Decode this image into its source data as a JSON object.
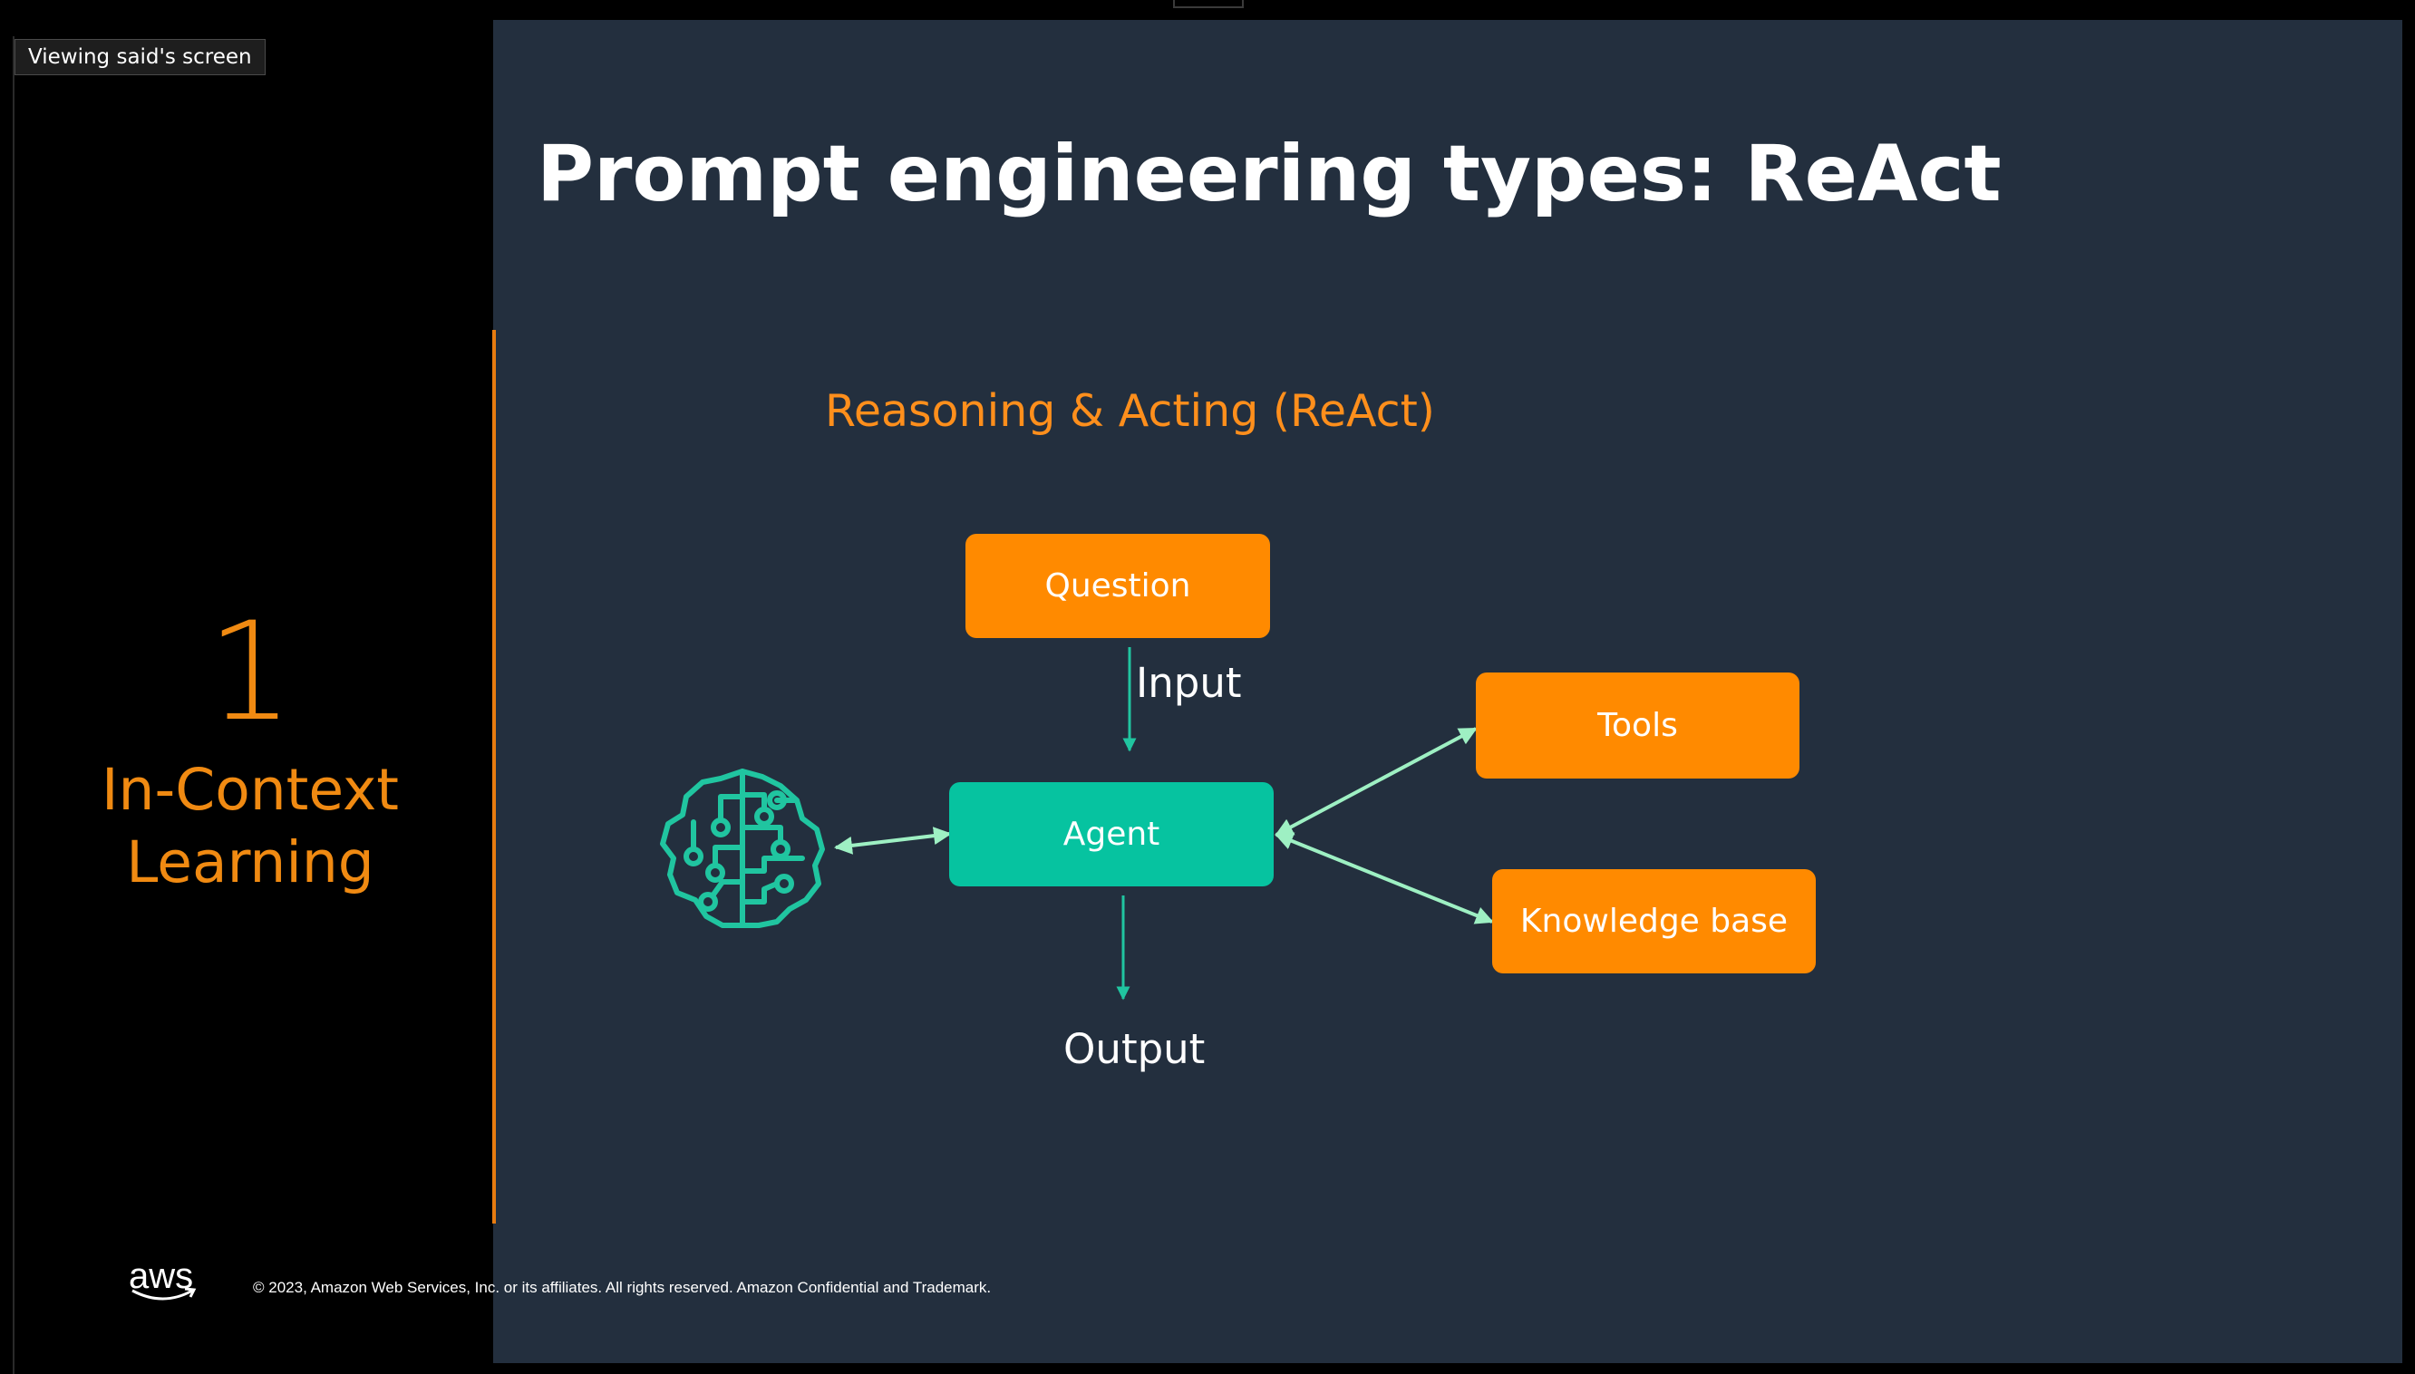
{
  "viewer": {
    "label": "Viewing said's screen"
  },
  "slide": {
    "title": "Prompt engineering types: ReAct",
    "section_number": "1",
    "section_title_line1": "In-Context",
    "section_title_line2": "Learning",
    "subtitle": "Reasoning & Acting (ReAct)",
    "diagram": {
      "question_label": "Question",
      "input_label": "Input",
      "agent_label": "Agent",
      "output_label": "Output",
      "tools_label": "Tools",
      "kb_label": "Knowledge base",
      "brain_icon": "brain-circuit-icon"
    },
    "footer": {
      "logo_text": "aws",
      "copyright": "© 2023, Amazon Web Services, Inc. or its affiliates. All rights reserved. Amazon Confidential and Trademark."
    }
  },
  "colors": {
    "slide_background": "#232f3e",
    "accent_orange": "#ff8a00",
    "agent_teal": "#06c3a0",
    "arrow_teal": "#20c5a0",
    "arrow_mint": "#9ef0c3"
  }
}
